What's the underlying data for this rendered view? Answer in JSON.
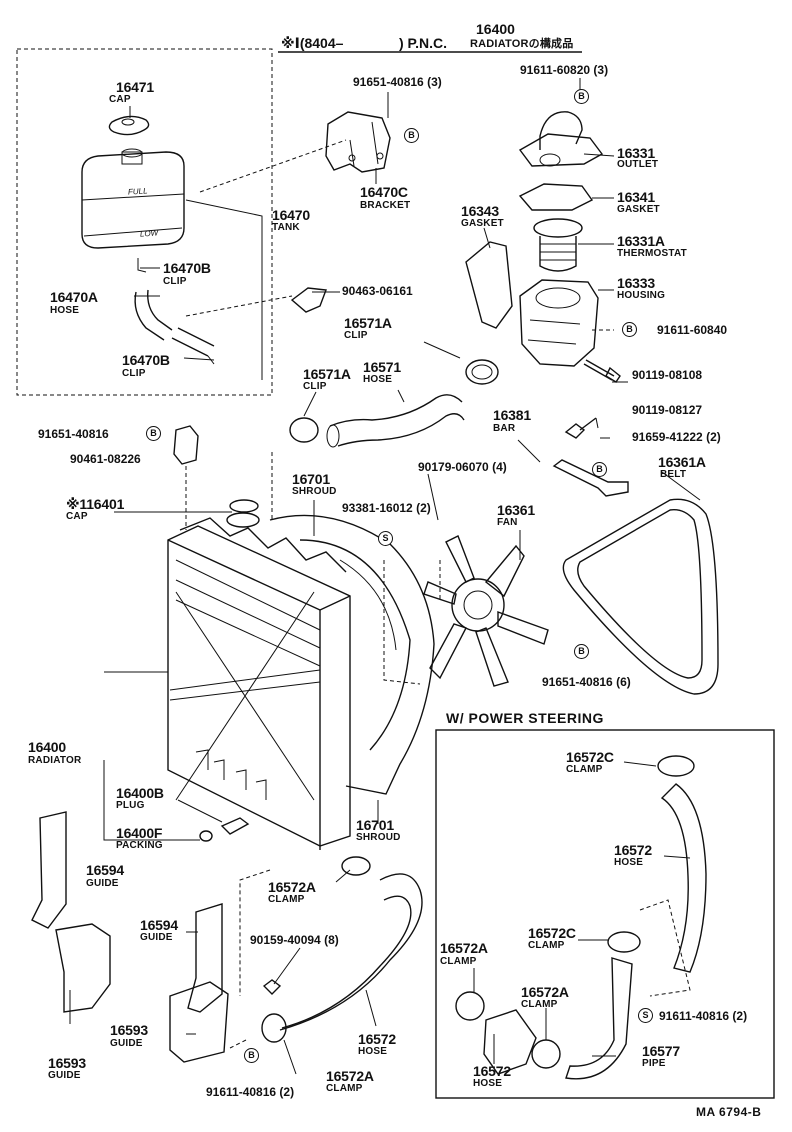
{
  "header": {
    "marker": "※Ⅰ(8404–",
    "pnc_prefix": ") P.N.C.",
    "pnc_number": "16400",
    "pnc_name": "RADIATORの構成品"
  },
  "parts": [
    {
      "id": "p16471",
      "num": "16471",
      "name": "CAP"
    },
    {
      "id": "p16470",
      "num": "16470",
      "name": "TANK"
    },
    {
      "id": "p16470b_top",
      "num": "16470B",
      "name": "CLIP"
    },
    {
      "id": "p16470a",
      "num": "16470A",
      "name": "HOSE"
    },
    {
      "id": "p16470b_bot",
      "num": "16470B",
      "name": "CLIP"
    },
    {
      "id": "p16470c",
      "num": "16470C",
      "name": "BRACKET"
    },
    {
      "id": "p16331",
      "num": "16331",
      "name": "OUTLET"
    },
    {
      "id": "p16341",
      "num": "16341",
      "name": "GASKET"
    },
    {
      "id": "p16343",
      "num": "16343",
      "name": "GASKET"
    },
    {
      "id": "p16331a",
      "num": "16331A",
      "name": "THERMOSTAT"
    },
    {
      "id": "p16333",
      "num": "16333",
      "name": "HOUSING"
    },
    {
      "id": "p16571a_top",
      "num": "16571A",
      "name": "CLIP"
    },
    {
      "id": "p16571",
      "num": "16571",
      "name": "HOSE"
    },
    {
      "id": "p16571a_left",
      "num": "16571A",
      "name": "CLIP"
    },
    {
      "id": "p16381",
      "num": "16381",
      "name": "BAR"
    },
    {
      "id": "p16361a",
      "num": "16361A",
      "name": "BELT"
    },
    {
      "id": "p16361",
      "num": "16361",
      "name": "FAN"
    },
    {
      "id": "p16701_top",
      "num": "16701",
      "name": "SHROUD"
    },
    {
      "id": "p116401",
      "num": "※116401",
      "name": "CAP"
    },
    {
      "id": "p16400",
      "num": "16400",
      "name": "RADIATOR"
    },
    {
      "id": "p16400b",
      "num": "16400B",
      "name": "PLUG"
    },
    {
      "id": "p16400f",
      "num": "16400F",
      "name": "PACKING"
    },
    {
      "id": "p16701_bot",
      "num": "16701",
      "name": "SHROUD"
    },
    {
      "id": "p16594_left",
      "num": "16594",
      "name": "GUIDE"
    },
    {
      "id": "p16594_mid",
      "num": "16594",
      "name": "GUIDE"
    },
    {
      "id": "p16593_mid",
      "num": "16593",
      "name": "GUIDE"
    },
    {
      "id": "p16593_left",
      "num": "16593",
      "name": "GUIDE"
    },
    {
      "id": "p16572a_top",
      "num": "16572A",
      "name": "CLAMP"
    },
    {
      "id": "p16572_mid",
      "num": "16572",
      "name": "HOSE"
    },
    {
      "id": "p16572a_bot",
      "num": "16572A",
      "name": "CLAMP"
    },
    {
      "id": "p16572c_top",
      "num": "16572C",
      "name": "CLAMP"
    },
    {
      "id": "p16572_right",
      "num": "16572",
      "name": "HOSE"
    },
    {
      "id": "p16572c_mid",
      "num": "16572C",
      "name": "CLAMP"
    },
    {
      "id": "p16572a_left2",
      "num": "16572A",
      "name": "CLAMP"
    },
    {
      "id": "p16572a_mid2",
      "num": "16572A",
      "name": "CLAMP"
    },
    {
      "id": "p16572_bot2",
      "num": "16572",
      "name": "HOSE"
    },
    {
      "id": "p16577",
      "num": "16577",
      "name": "PIPE"
    }
  ],
  "bolts": [
    {
      "id": "b91651_40816_top",
      "text": "91651-40816 (3)"
    },
    {
      "id": "b91611_60820",
      "text": "91611-60820 (3)"
    },
    {
      "id": "b90463_06161",
      "text": "90463-06161"
    },
    {
      "id": "b91611_60840",
      "text": "91611-60840"
    },
    {
      "id": "b90119_08108",
      "text": "90119-08108"
    },
    {
      "id": "b90119_08127",
      "text": "90119-08127"
    },
    {
      "id": "b91659_41222",
      "text": "91659-41222 (2)"
    },
    {
      "id": "b91651_40816_left",
      "text": "91651-40816"
    },
    {
      "id": "b90461_08226",
      "text": "90461-08226"
    },
    {
      "id": "b90179_06070",
      "text": "90179-06070 (4)"
    },
    {
      "id": "b93381_16012",
      "text": "93381-16012 (2)"
    },
    {
      "id": "b91651_40816_6",
      "text": "91651-40816 (6)"
    },
    {
      "id": "b90159_40094",
      "text": "90159-40094 (8)"
    },
    {
      "id": "b91611_40816_bot",
      "text": "91611-40816 (2)"
    },
    {
      "id": "b91611_40816_ps",
      "text": "91611-40816 (2)"
    }
  ],
  "badges": {
    "b": "B",
    "s": "S"
  },
  "tank_text": {
    "full": "FULL",
    "low": "LOW"
  },
  "section": {
    "title": "W/ POWER STEERING"
  },
  "footer": {
    "code": "MA 6794-B"
  }
}
